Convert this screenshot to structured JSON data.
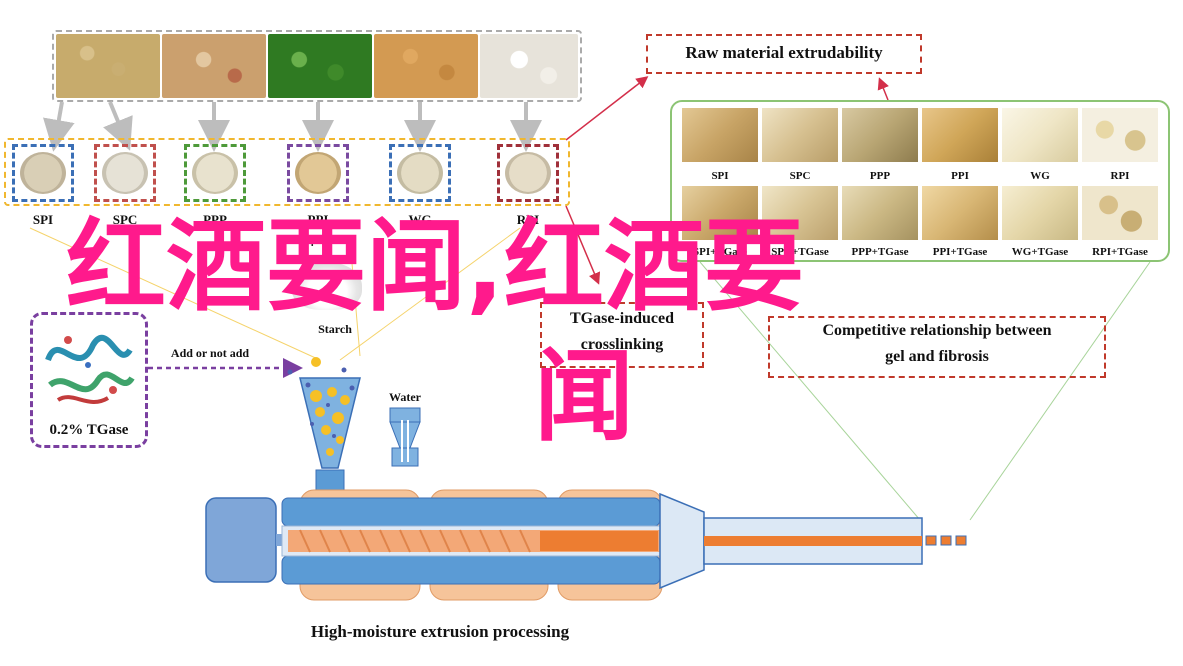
{
  "raw_materials": [
    "SPI",
    "SPC",
    "PPP",
    "PPI",
    "WG",
    "RPI"
  ],
  "plus_sign": "+",
  "starch_label": "Starch",
  "add_label": "Add or not add",
  "tgase_label": "0.2% TGase",
  "water_label": "Water",
  "process_title": "High-moisture extrusion processing",
  "extrudability_title": "Raw material extrudability",
  "results_top": [
    "SPI",
    "SPC",
    "PPP",
    "PPI",
    "WG",
    "RPI"
  ],
  "results_bottom": [
    "SPI+TGase",
    "SPC+TGase",
    "PPP+TGase",
    "PPI+TGase",
    "WG+TGase",
    "RPI+TGase"
  ],
  "crosslink_line1": "TGase-induced",
  "crosslink_line2": "crosslinking",
  "relation_line1": "Competitive relationship between",
  "relation_line2": "gel and fibrosis",
  "overlay_line1": "红酒要闻,红酒要",
  "overlay_line2": "闻",
  "colors": {
    "frame_spi": "#3b6fb6",
    "frame_spc": "#c0504d",
    "frame_ppp": "#4e9a3a",
    "frame_ppi": "#7a4aa0",
    "frame_wg": "#3b6fb6",
    "frame_rpi": "#a0303a",
    "headline": "#ff1a8c",
    "extruder_blue": "#5b9bd5",
    "extruder_orange": "#ed7d31",
    "tgase_border": "#7a3fa0",
    "dashed_red": "#c0392b",
    "results_border": "#8cc474"
  }
}
